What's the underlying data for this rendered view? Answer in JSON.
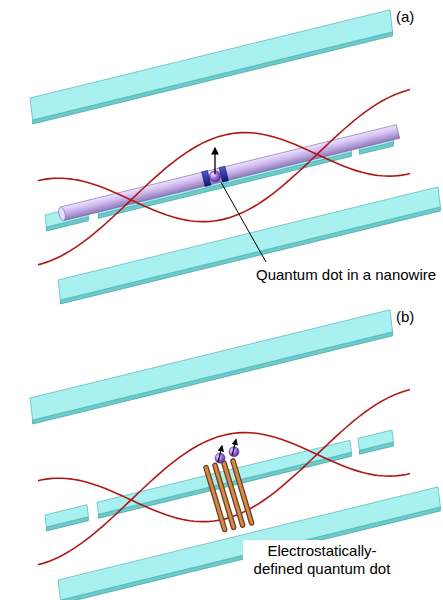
{
  "diagram": {
    "labels": [
      "(a)",
      "Quantum dot in a nanowire",
      "(b)",
      "Electrostatically-defined quantum dot"
    ]
  }
}
